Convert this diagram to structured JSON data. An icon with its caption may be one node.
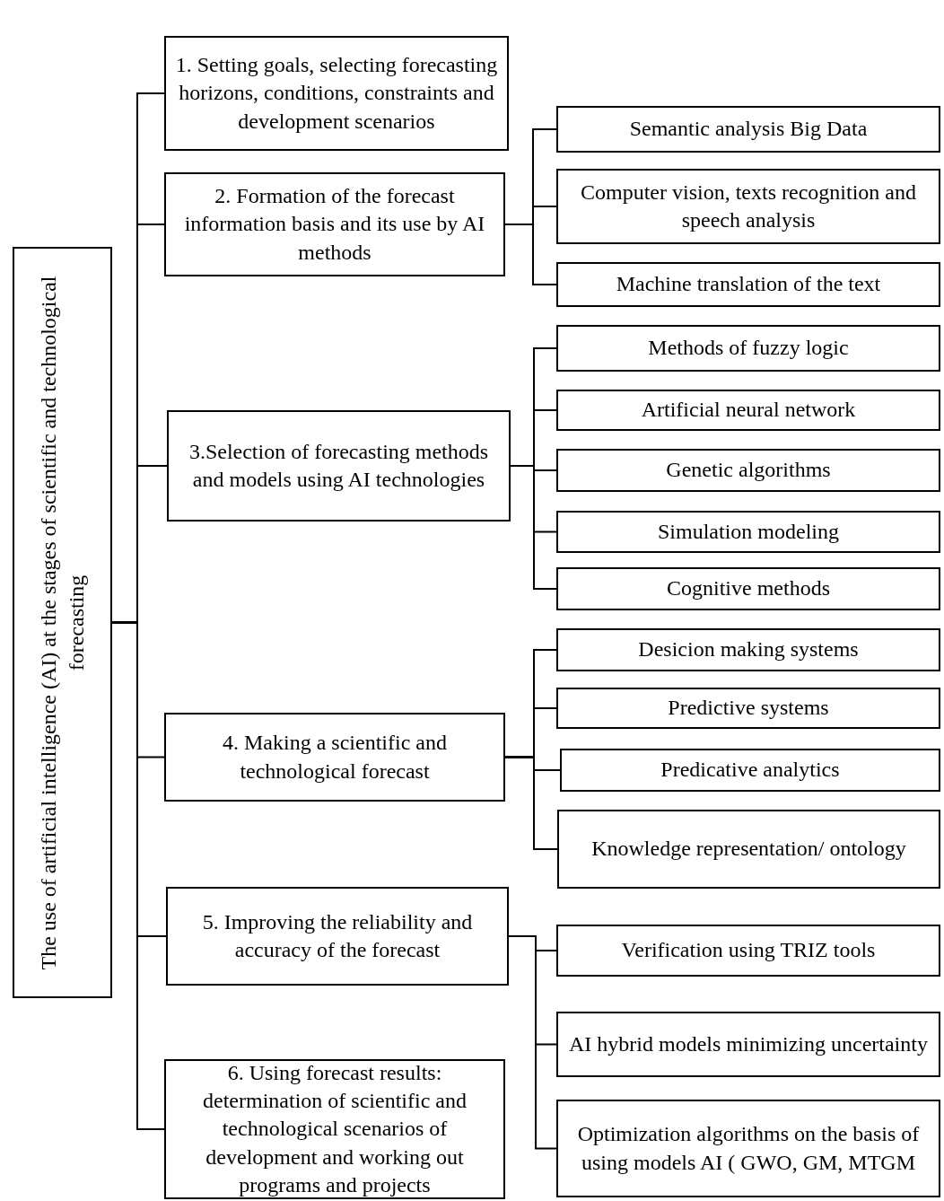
{
  "diagram": {
    "nodes": [
      {
        "text": [
          "The use of artificial intelligence (AI)  at the stages of scientific and technological forecasting"
        ]
      },
      {
        "text": [
          "1. Setting goals, selecting forecasting horizons, conditions, constraints and development scenarios"
        ]
      },
      {
        "text": [
          "2. Formation of the forecast information basis and its use by AI methods"
        ]
      },
      {
        "text": [
          "3.Selection of  forecasting methods and models using AI technologies"
        ]
      },
      {
        "text": [
          "4. Making  a scientific and technological forecast"
        ]
      },
      {
        "text": [
          "5. Improving the reliability and accuracy of the forecast"
        ]
      },
      {
        "text": [
          "6. Using forecast results: determination of scientific and technological scenarios of development and working out programs and projects"
        ]
      },
      {
        "text": [
          "Semantic analysis Big Data"
        ]
      },
      {
        "text": [
          "Computer vision, texts recognition and speech analysis"
        ]
      },
      {
        "text": [
          "Machine translation of the text"
        ]
      },
      {
        "text": [
          "Methods of fuzzy logic"
        ]
      },
      {
        "text": [
          "Artificial neural network"
        ]
      },
      {
        "text": [
          "Genetic algorithms"
        ]
      },
      {
        "text": [
          "Simulation modeling"
        ]
      },
      {
        "text": [
          "Cognitive methods"
        ]
      },
      {
        "text": [
          "Desicion making systems"
        ]
      },
      {
        "text": [
          "Predictive systems"
        ]
      },
      {
        "text": [
          "Predicative analytics"
        ]
      },
      {
        "text": [
          "Knowledge representation/ ontology"
        ]
      },
      {
        "text": [
          "Verification using TRIZ tools"
        ]
      },
      {
        "text": [
          "AI hybrid models minimizing uncertainty"
        ]
      },
      {
        "text": [
          "Optimization  algorithms on the basis of  using models AI   ( GWO, GM, MTGM"
        ]
      }
    ],
    "edges": [
      {
        "from": 0,
        "to": 1,
        "arrow": "none"
      },
      {
        "from": 0,
        "to": 2,
        "arrow": "none"
      },
      {
        "from": 0,
        "to": 3,
        "arrow": "none"
      },
      {
        "from": 0,
        "to": 4,
        "arrow": "none"
      },
      {
        "from": 0,
        "to": 5,
        "arrow": "none"
      },
      {
        "from": 0,
        "to": 6,
        "arrow": "none"
      },
      {
        "from": 2,
        "to": 7,
        "arrow": "none"
      },
      {
        "from": 2,
        "to": 8,
        "arrow": "none"
      },
      {
        "from": 2,
        "to": 9,
        "arrow": "none"
      },
      {
        "from": 3,
        "to": 10,
        "arrow": "none"
      },
      {
        "from": 3,
        "to": 11,
        "arrow": "none"
      },
      {
        "from": 3,
        "to": 12,
        "arrow": "none"
      },
      {
        "from": 3,
        "to": 13,
        "arrow": "none"
      },
      {
        "from": 3,
        "to": 14,
        "arrow": "none"
      },
      {
        "from": 4,
        "to": 15,
        "arrow": "none"
      },
      {
        "from": 4,
        "to": 16,
        "arrow": "none"
      },
      {
        "from": 4,
        "to": 17,
        "arrow": "none"
      },
      {
        "from": 4,
        "to": 18,
        "arrow": "none"
      },
      {
        "from": 5,
        "to": 19,
        "arrow": "none"
      },
      {
        "from": 5,
        "to": 20,
        "arrow": "none"
      },
      {
        "from": 5,
        "to": 21,
        "arrow": "none"
      }
    ]
  }
}
